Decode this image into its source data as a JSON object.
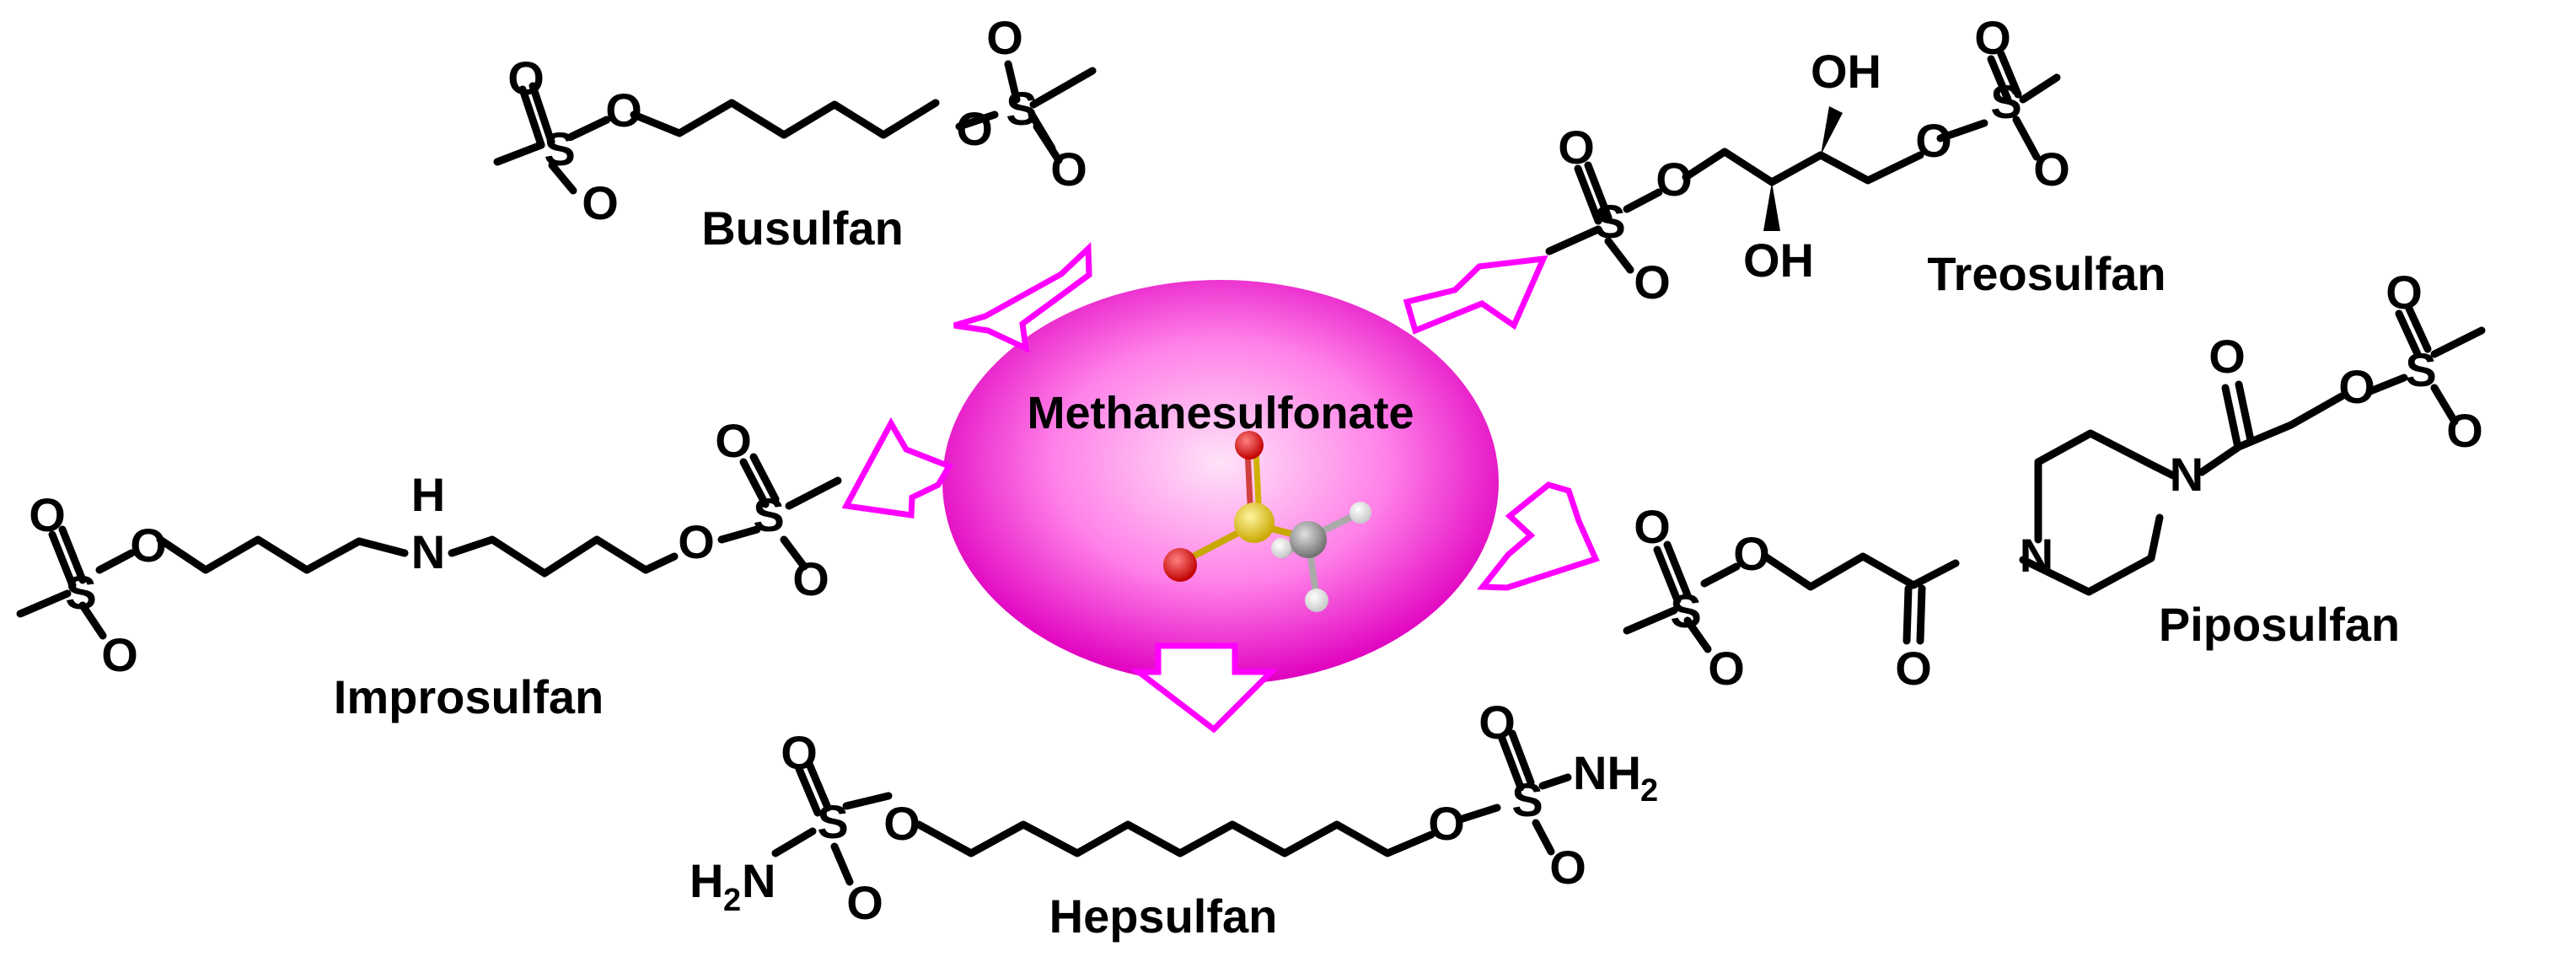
{
  "colors": {
    "arrow": "#ff00ff",
    "ellipse_center": "#ffd6f6",
    "ellipse_edge": "#ee00cc",
    "sulfur": "#e6c400",
    "oxygen": "#e01010",
    "carbon": "#9a9a9a",
    "hydrogen": "#f2f2f2"
  },
  "center": {
    "label": "Methanesulfonate"
  },
  "atoms": {
    "S": "S",
    "O": "O",
    "N": "N",
    "H": "H",
    "OH": "OH",
    "H2N_H": "H",
    "H2N_N": "N",
    "NH2_N": "NH",
    "sub2": "2"
  },
  "compounds": {
    "busulfan": {
      "name": "Busulfan"
    },
    "treosulfan": {
      "name": "Treosulfan"
    },
    "improsulfan": {
      "name": "Improsulfan"
    },
    "piposulfan": {
      "name": "Piposulfan"
    },
    "hepsulfan": {
      "name": "Hepsulfan"
    }
  },
  "icons": {
    "arrows": "hollow-arrow-icon",
    "molecule": "ball-and-stick-molecule-icon"
  }
}
